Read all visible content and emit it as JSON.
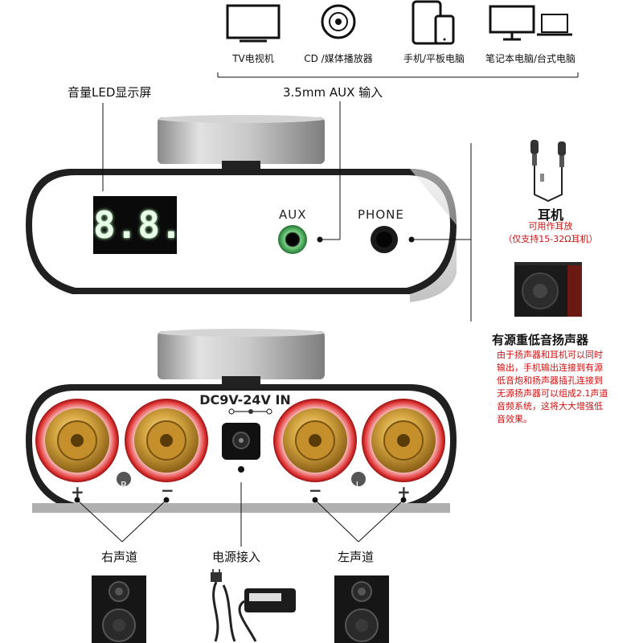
{
  "sources": [
    {
      "label": "TV电视机",
      "icon": "tv-icon"
    },
    {
      "label": "CD /媒体播放器",
      "icon": "cd-icon"
    },
    {
      "label": "手机/平板电脑",
      "icon": "phone-tablet-icon"
    },
    {
      "label": "笔记本电脑/台式电脑",
      "icon": "computer-laptop-icon"
    }
  ],
  "front": {
    "led_label": "音量LED显示屏",
    "aux_input_label": "3.5mm AUX 输入",
    "display_value": "8.8.",
    "aux_port": "AUX",
    "phone_port": "PHONE"
  },
  "headphone": {
    "title": "耳机",
    "note1": "可用作耳放",
    "note2": "（仅支持15-32Ω耳机）"
  },
  "subwoofer": {
    "title": "有源重低音扬声器",
    "desc_lines": [
      "由于扬声器和耳机可以同时",
      "输出，手机输出连接到有源",
      "低音炮和扬声器插孔连接到",
      "无源扬声器可以组成2.1声道",
      "音频系统，这将大大增强低",
      "音效果。"
    ]
  },
  "back": {
    "power_spec": "DC9V-24V IN",
    "r_badge": "R",
    "l_badge": "L",
    "plus": "+",
    "minus": "−",
    "right_channel": "右声道",
    "power_input": "电源接入",
    "left_channel": "左声道"
  }
}
